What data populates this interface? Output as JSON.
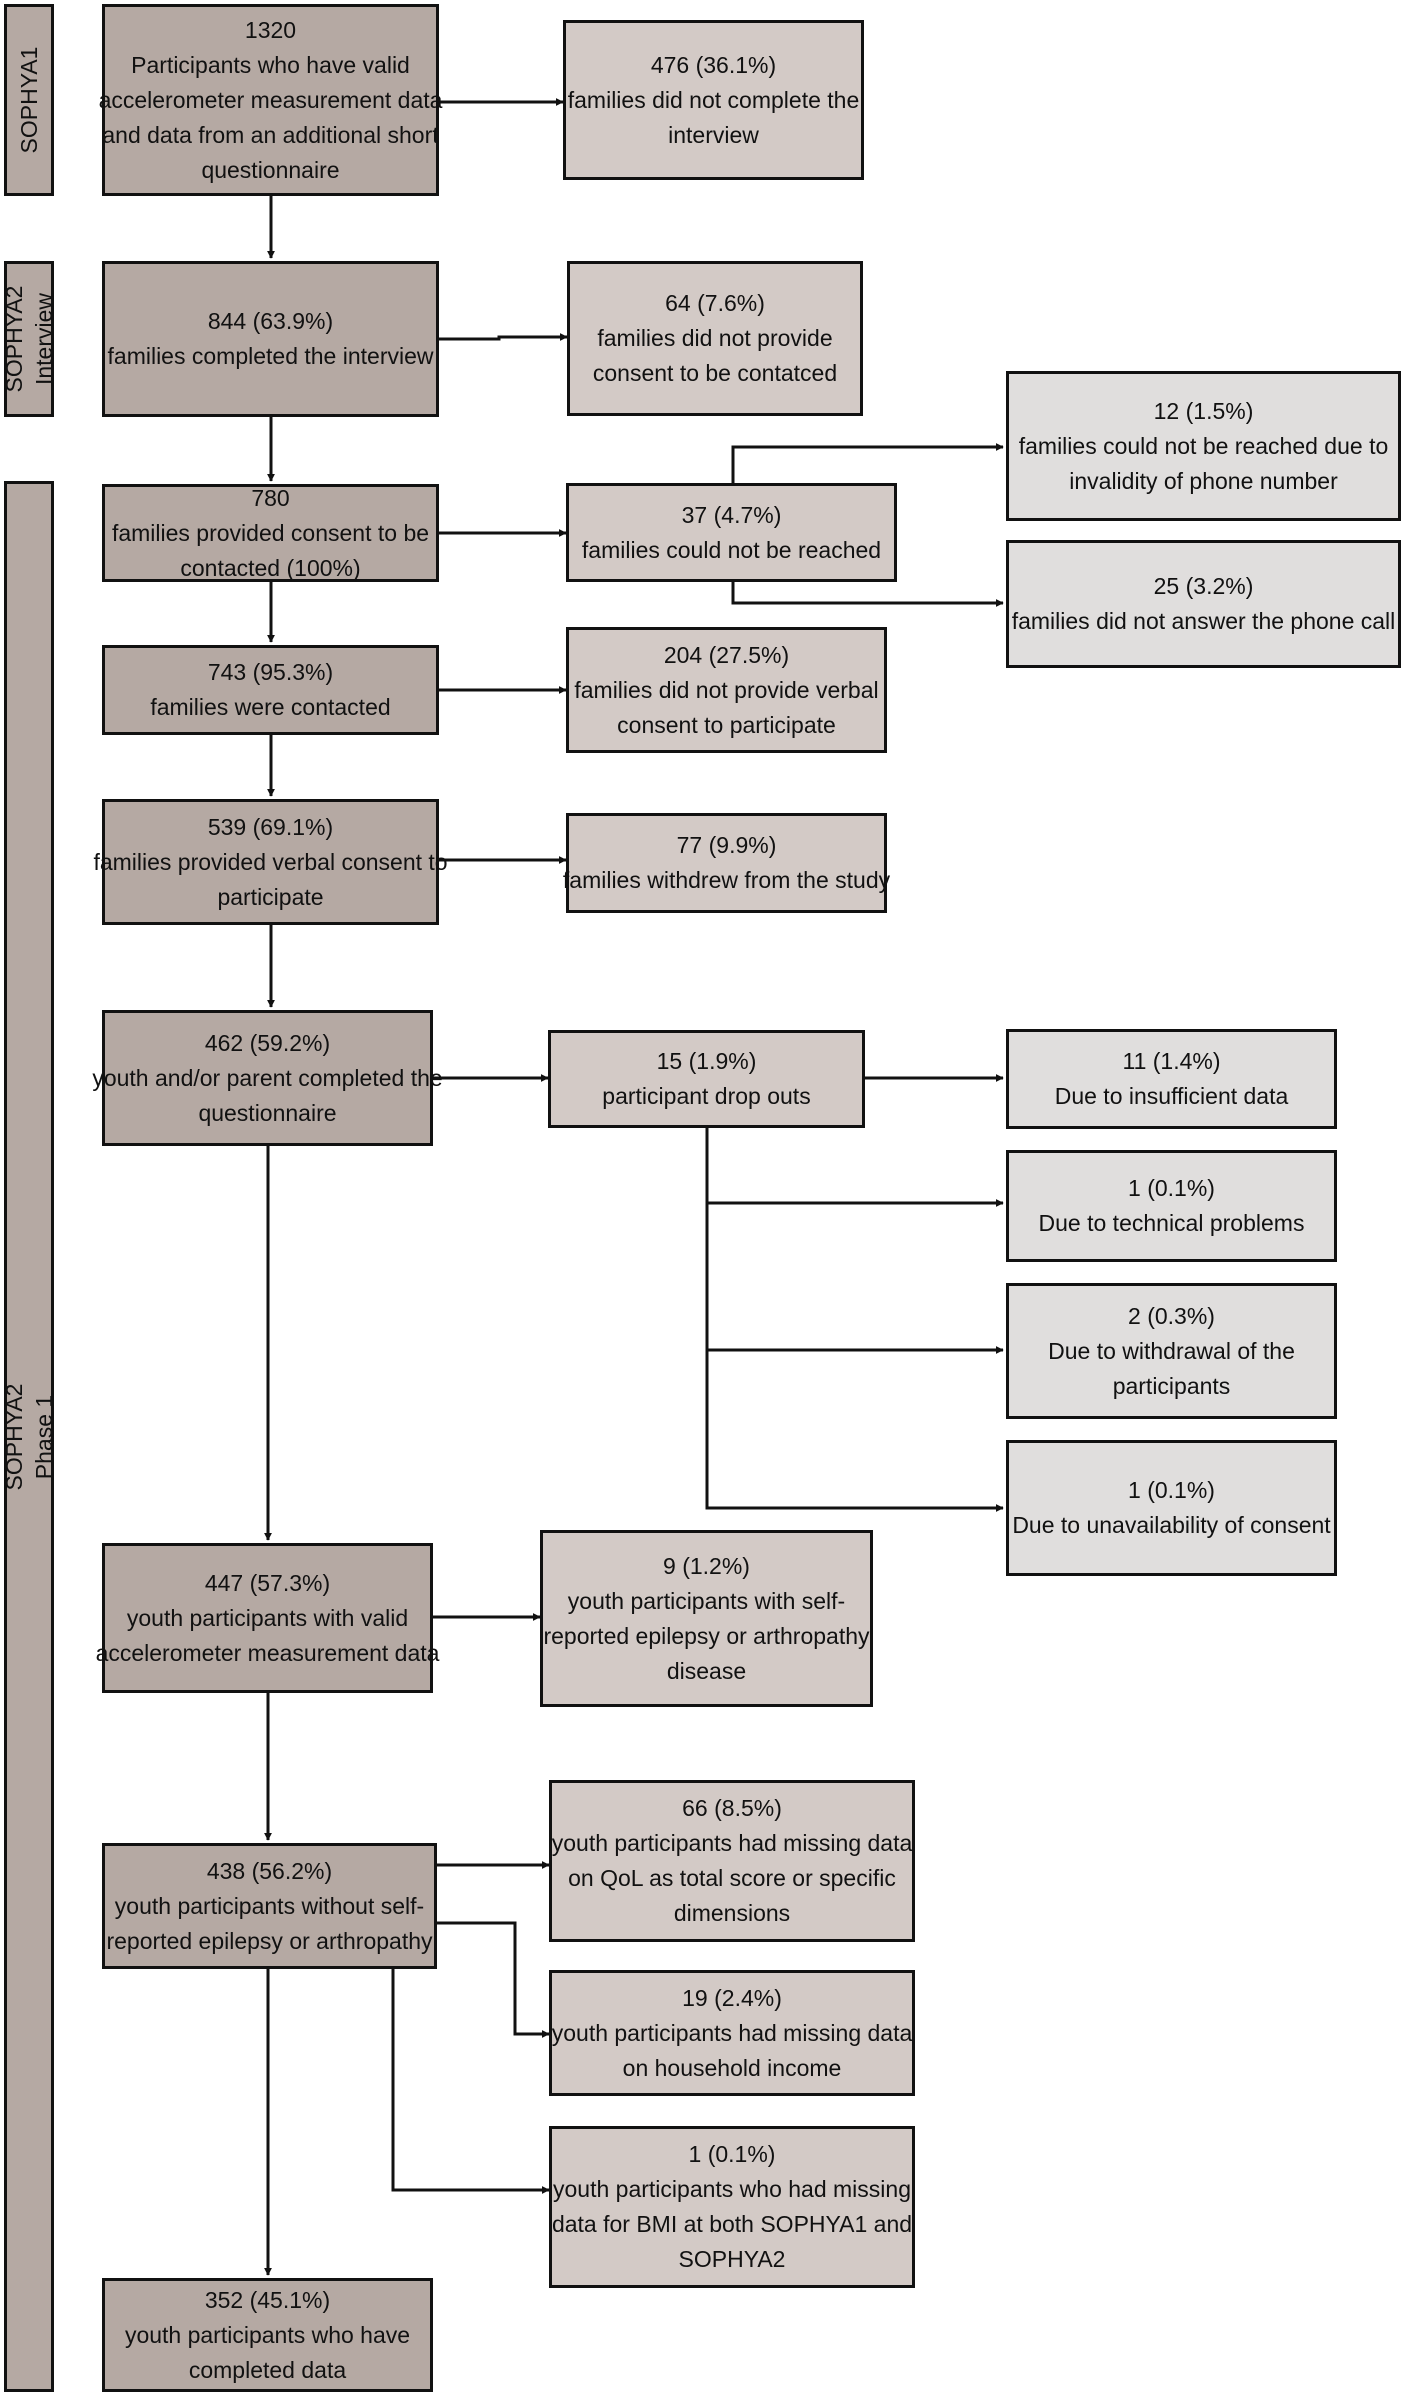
{
  "phases": {
    "sophya1": [
      "SOPHYA1"
    ],
    "sophya2_interview": [
      "SOPHYA2",
      "Interview"
    ],
    "sophya2_phase1": [
      "SOPHYA2",
      "Phase 1"
    ]
  },
  "main_boxes": {
    "b1": [
      "1320",
      "Participants who have valid",
      "accelerometer measurement data",
      "and data from an additional short",
      "questionnaire"
    ],
    "b2": [
      "844 (63.9%)",
      "families completed the interview"
    ],
    "b3": [
      "780",
      "families provided consent to be",
      "contacted (100%)"
    ],
    "b4": [
      "743 (95.3%)",
      "families were contacted"
    ],
    "b5": [
      "539 (69.1%)",
      "families provided verbal consent to",
      "participate"
    ],
    "b6": [
      "462 (59.2%)",
      "youth and/or parent completed the",
      "questionnaire"
    ],
    "b7": [
      "447 (57.3%)",
      "youth participants with valid",
      "accelerometer measurement data"
    ],
    "b8": [
      "438 (56.2%)",
      "youth participants without self-",
      "reported epilepsy or arthropathy"
    ],
    "b9": [
      "352 (45.1%)",
      "youth participants who have",
      "completed data"
    ]
  },
  "exclusion_boxes": {
    "e1": [
      "476 (36.1%)",
      "families did not complete the",
      "interview"
    ],
    "e2": [
      "64 (7.6%)",
      "families did not provide",
      "consent to be contatced"
    ],
    "e3": [
      "37 (4.7%)",
      "families could not be reached"
    ],
    "e4": [
      "204 (27.5%)",
      "families did not provide verbal",
      "consent to participate"
    ],
    "e5": [
      "77 (9.9%)",
      "families withdrew from the study"
    ],
    "e6": [
      "15 (1.9%)",
      "participant drop outs"
    ],
    "e7": [
      "9 (1.2%)",
      "youth participants with self-",
      "reported epilepsy or arthropathy",
      "disease"
    ],
    "e8": [
      "66 (8.5%)",
      "youth participants had missing data",
      "on QoL as total score or specific",
      "dimensions"
    ],
    "e9": [
      "19 (2.4%)",
      "youth participants had missing data",
      "on household income"
    ],
    "e10": [
      "1 (0.1%)",
      "youth participants who had missing",
      "data for BMI at both SOPHYA1 and",
      "SOPHYA2"
    ]
  },
  "detail_boxes": {
    "d1": [
      "12 (1.5%)",
      "families could not be reached due to",
      "invalidity of phone number"
    ],
    "d2": [
      "25 (3.2%)",
      "families did not answer the phone call"
    ],
    "d3": [
      "11 (1.4%)",
      "Due to insufficient data"
    ],
    "d4": [
      "1 (0.1%)",
      "Due to technical problems"
    ],
    "d5": [
      "2 (0.3%)",
      "Due to withdrawal of the",
      "participants"
    ],
    "d6": [
      "1 (0.1%)",
      "Due to unavailability of consent"
    ]
  },
  "colors": {
    "main_fill": "#b5a9a3",
    "exclusion_fill": "#d3cac6",
    "detail_fill": "#e0dedd",
    "stroke": "#111111"
  }
}
